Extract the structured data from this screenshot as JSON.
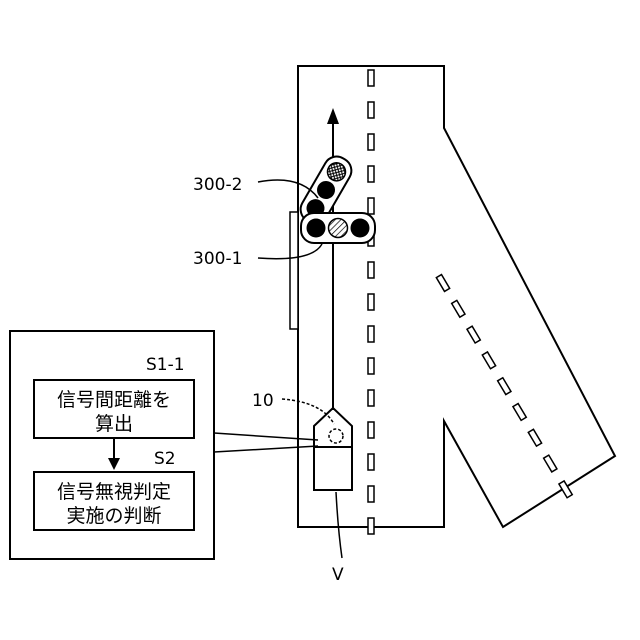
{
  "labels": {
    "signal_upper": "300-2",
    "signal_lower": "300-1",
    "camera": "10",
    "vehicle": "V",
    "step1_id": "S1-1",
    "step2_id": "S2"
  },
  "steps": {
    "step1_line1": "信号間距離を",
    "step1_line2": "算出",
    "step2_line1": "信号無視判定",
    "step2_line2": "実施の判断"
  },
  "colors": {
    "line": "#000000",
    "background": "#ffffff"
  }
}
